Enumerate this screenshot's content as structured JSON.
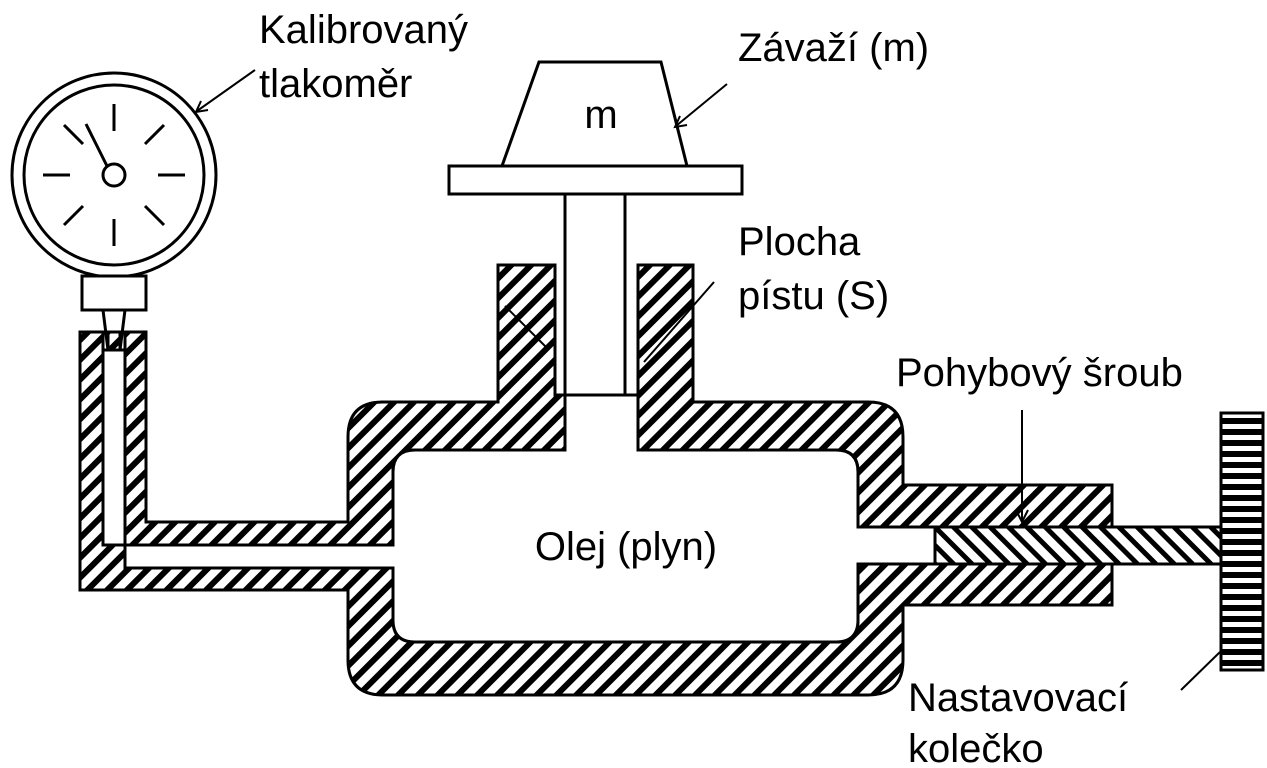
{
  "labels": {
    "gauge_line1": "Kalibrovaný",
    "gauge_line2": "tlakoměr",
    "weight": "Závaží (m)",
    "mass_symbol": "m",
    "piston_line1": "Plocha",
    "piston_line2": "pístu (S)",
    "screw": "Pohybový šroub",
    "oil": "Olej (plyn)",
    "wheel_line1": "Nastavovací",
    "wheel_line2": "kolečko"
  },
  "colors": {
    "ink": "#000000",
    "background": "#ffffff"
  }
}
